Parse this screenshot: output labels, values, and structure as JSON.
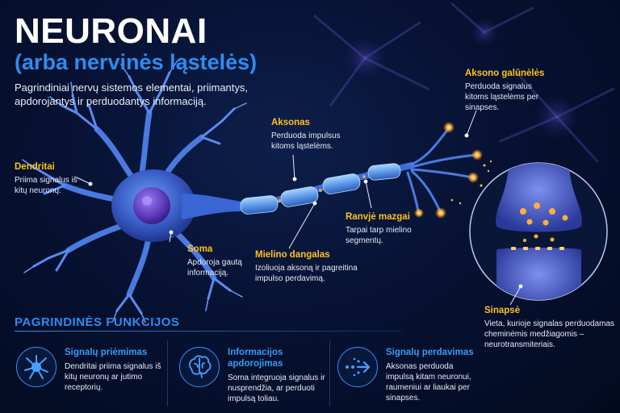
{
  "header": {
    "title": "NEURONAI",
    "subtitle": "(arba nervinės ląstelės)",
    "intro": "Pagrindiniai nervų sistemos elementai, priimantys, apdorojantys ir perduodantys informaciją."
  },
  "labels": {
    "dendritai": {
      "title": "Dendritai",
      "desc": "Priima signalus iš kitų neuronų."
    },
    "soma": {
      "title": "Soma",
      "desc": "Apdoroja gautą informaciją."
    },
    "aksonas": {
      "title": "Aksonas",
      "desc": "Perduoda impulsus kitoms ląstelėms."
    },
    "mielino": {
      "title": "Mielino dangalas",
      "desc": "Izoliuoja aksoną ir pagreitina impulso perdavimą."
    },
    "ranvje": {
      "title": "Ranvjė mazgai",
      "desc": "Tarpai tarp mielino segmentų."
    },
    "galuneles": {
      "title": "Aksono galūnėlės",
      "desc": "Perduoda signalus kitoms ląstelėms per sinapses."
    },
    "sinapse": {
      "title": "Sinapsė",
      "desc": "Vieta, kurioje signalas perduodamas cheminėmis medžiagomis – neurotransmiteriais."
    }
  },
  "functions": {
    "section_title": "PAGRINDINĖS FUNKCIJOS",
    "items": [
      {
        "icon": "neuron-icon",
        "title": "Signalų priėmimas",
        "desc": "Dendritai priima signalus iš kitų neuronų ar jutimo receptorių."
      },
      {
        "icon": "brain-icon",
        "title": "Informacijos apdorojimas",
        "desc": "Soma integruoja signalus ir nusprendžia, ar perduoti impulsą toliau."
      },
      {
        "icon": "arrow-right-icon",
        "title": "Signalų perdavimas",
        "desc": "Aksonas perduoda impulsą kitam neuronui, raumeniui ar liaukai per sinapses."
      }
    ]
  },
  "colors": {
    "accent_blue": "#2e8cf0",
    "label_yellow": "#ffc21a",
    "background": "#071233",
    "glow_orange": "#ffb03a"
  }
}
